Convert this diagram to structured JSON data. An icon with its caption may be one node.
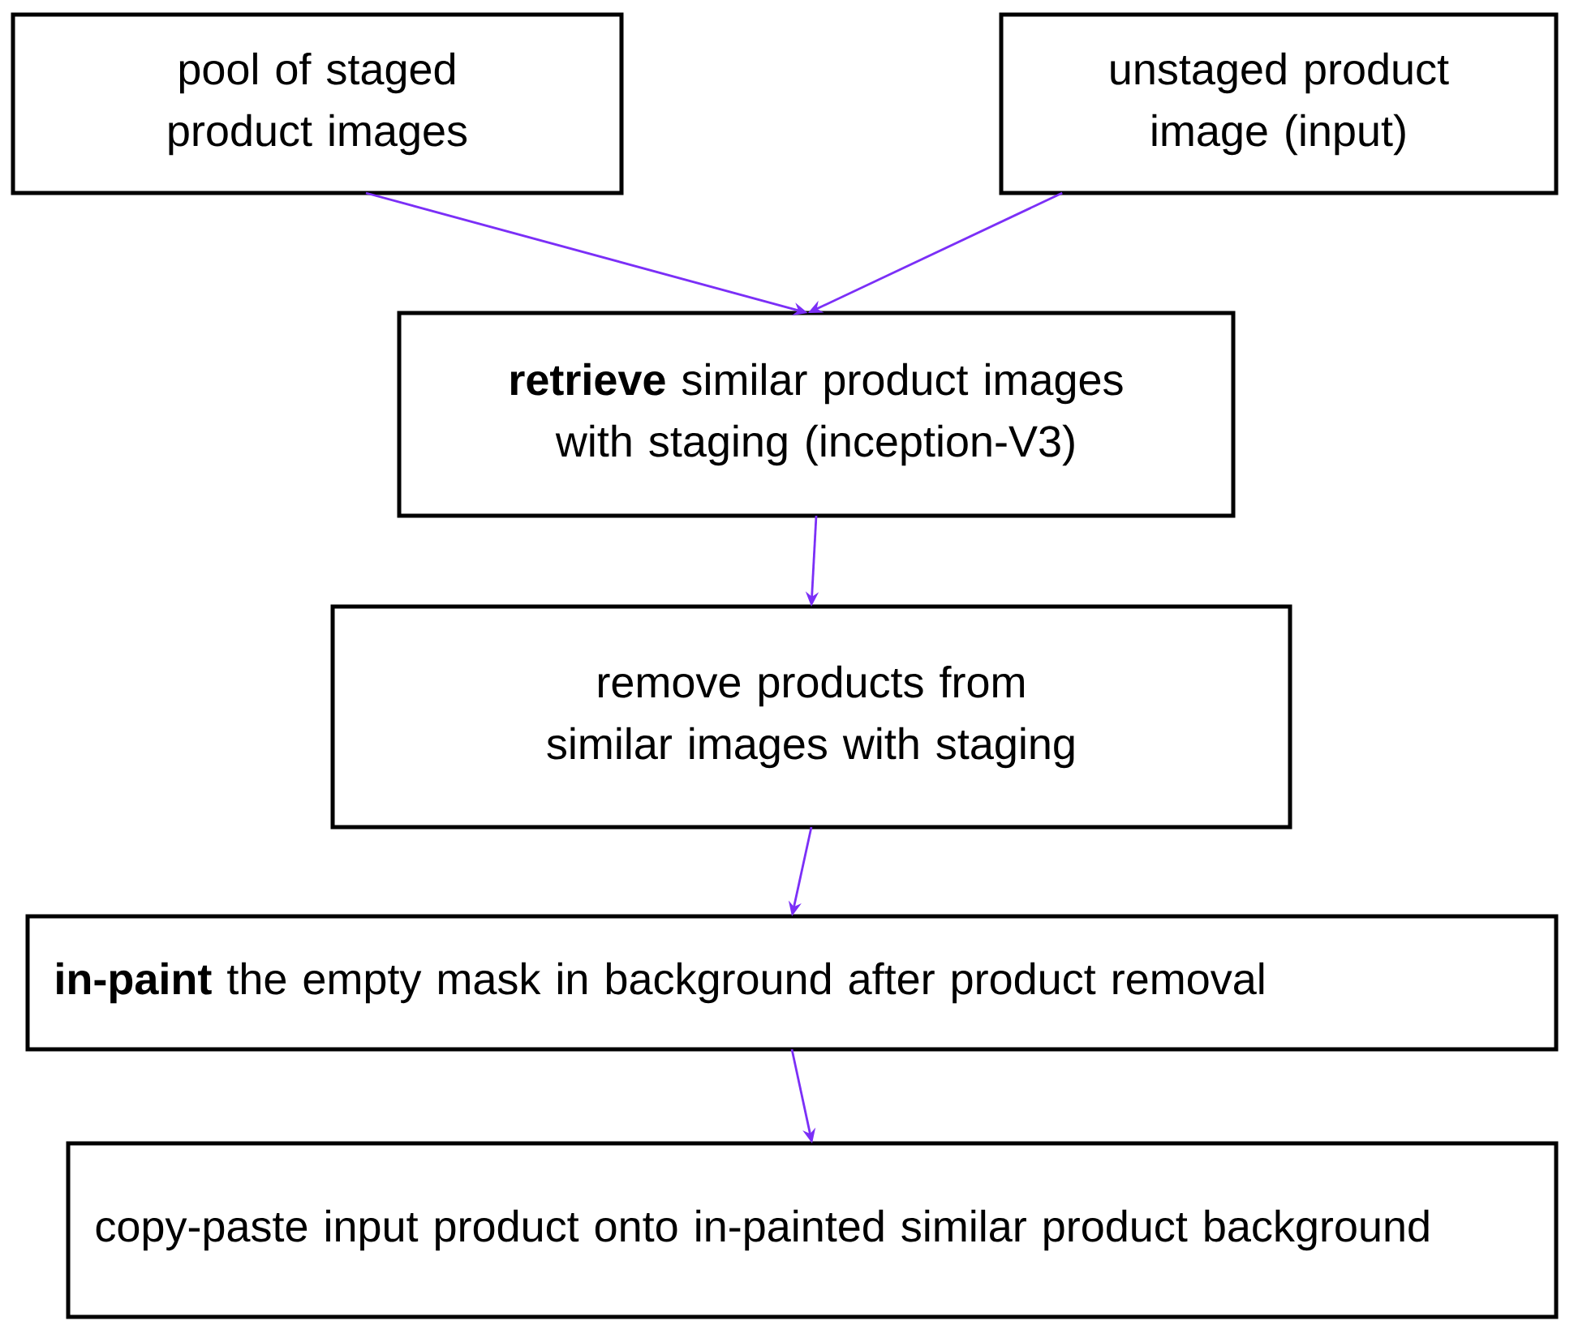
{
  "diagram": {
    "nodes": [
      {
        "text": [
          "pool of staged product images"
        ]
      },
      {
        "text": [
          "unstaged product image (input)"
        ]
      },
      {
        "text": [
          "**retrieve** similar product images with staging (inception-V3)"
        ]
      },
      {
        "text": [
          "remove products from similar images with staging"
        ]
      },
      {
        "text": [
          "**in-paint** the empty mask in background after product removal"
        ]
      },
      {
        "text": [
          "copy-paste input product onto in-painted similar product background"
        ]
      }
    ],
    "edges": [
      {
        "from": 0,
        "to": 2,
        "arrow": "to"
      },
      {
        "from": 1,
        "to": 2,
        "arrow": "to"
      },
      {
        "from": 2,
        "to": 3,
        "arrow": "to"
      },
      {
        "from": 3,
        "to": 4,
        "arrow": "to"
      },
      {
        "from": 4,
        "to": 5,
        "arrow": "to"
      }
    ]
  }
}
